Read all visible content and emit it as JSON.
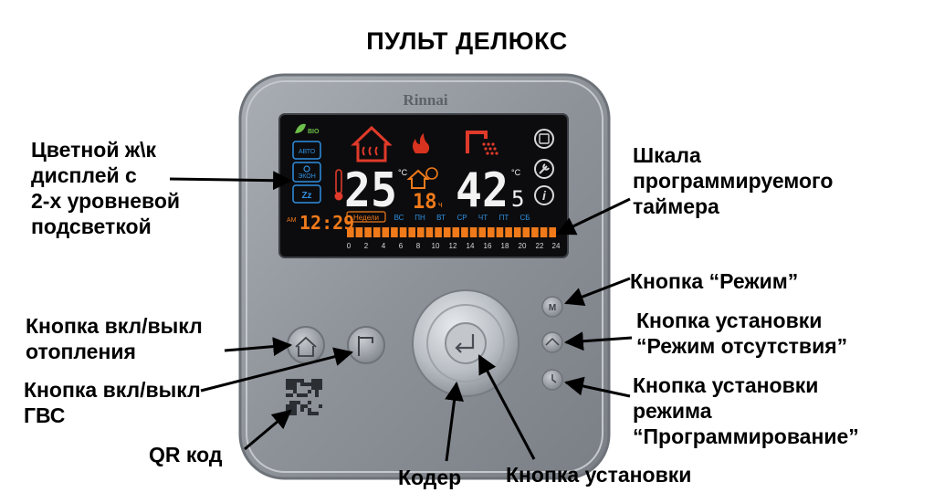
{
  "title": "ПУЛЬТ ДЕЛЮКС",
  "brand": "Rinnai",
  "labels": {
    "display": [
      "Цветной ж\\к",
      "дисплей с",
      "2-х уровневой",
      "подсветкой"
    ],
    "timer_scale": [
      "Шкала",
      "программируемого",
      "таймера"
    ],
    "mode_button": [
      "Кнопка “Режим”"
    ],
    "away_button": [
      "Кнопка установки",
      "“Режим отсутствия”"
    ],
    "program_button": [
      "Кнопка установки",
      "режима",
      "“Программирование”"
    ],
    "heating_button": [
      "Кнопка вкл/выкл",
      "отопления"
    ],
    "dhw_button": [
      "Кнопка вкл/выкл",
      "ГВС"
    ],
    "qr": [
      "QR код"
    ],
    "encoder": [
      "Кодер"
    ],
    "set_button": [
      "Кнопка установки"
    ]
  },
  "screen": {
    "bio": "BIO",
    "auto": "АВТО",
    "eco": "ЭКОН",
    "sleep": "Zz",
    "heat_temp": "25",
    "dhw_temp": "42",
    "dhw_temp_decimal": "5",
    "unit": "°C",
    "power_level": "18",
    "power_unit": "ч",
    "am": "AM",
    "clock": "12:29",
    "week_label": "Недели",
    "days": [
      "ВС",
      "ПН",
      "ВТ",
      "СР",
      "ЧТ",
      "ПТ",
      "СБ"
    ],
    "hours": [
      "0",
      "2",
      "4",
      "6",
      "8",
      "10",
      "12",
      "14",
      "16",
      "18",
      "20",
      "22",
      "24"
    ]
  },
  "colors": {
    "heat_icon": "#e03a2a",
    "temp_digits": "#f2f2f2",
    "orange": "#f07a1a",
    "blue": "#2f8fe0"
  }
}
